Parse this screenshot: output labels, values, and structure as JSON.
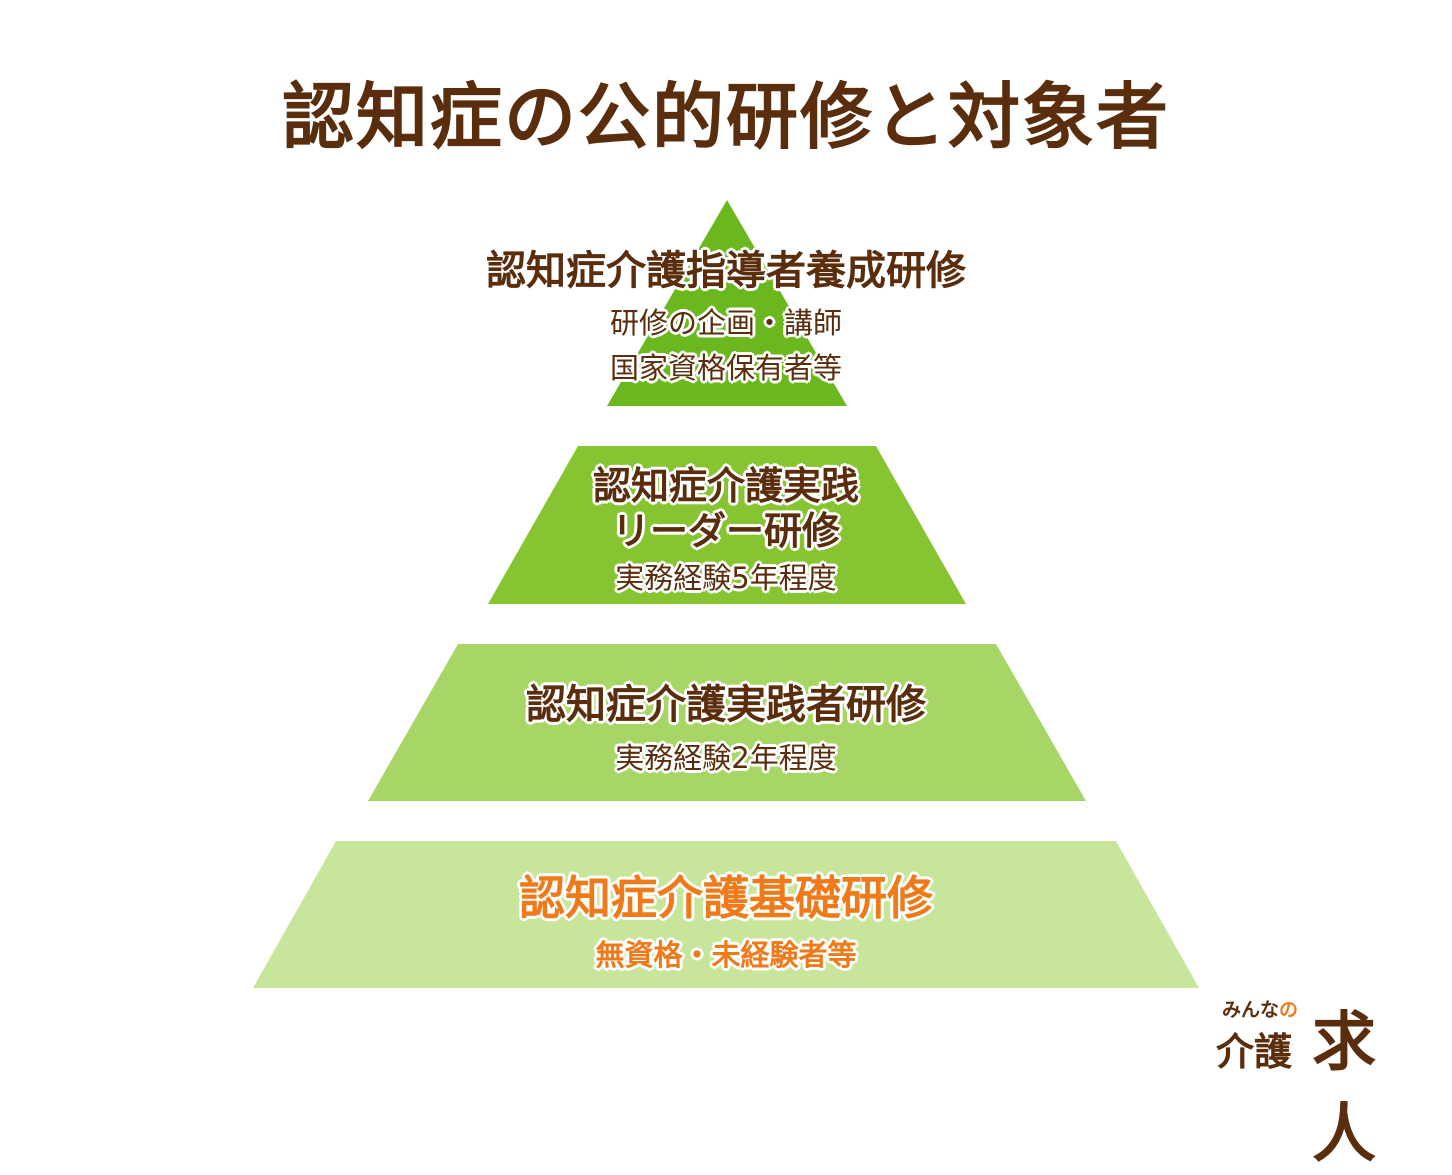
{
  "title": "認知症の公的研修と対象者",
  "levels": [
    {
      "name": "認知症介護指導者養成研修",
      "sub1": "研修の企画・講師",
      "sub2": "国家資格保有者等",
      "color": "#6ab81e"
    },
    {
      "name1": "認知症介護実践",
      "name2": "リーダー研修",
      "sub1": "実務経験5年程度",
      "color": "#86c431"
    },
    {
      "name": "認知症介護実践者研修",
      "sub1": "実務経験2年程度",
      "color": "#a8d666"
    },
    {
      "name": "認知症介護基礎研修",
      "sub1": "無資格・未経験者等",
      "color": "#c8e59c"
    }
  ],
  "logo": {
    "small_a": "みんな",
    "small_b": "の",
    "kaigo": "介護",
    "kyujin": "求人"
  }
}
